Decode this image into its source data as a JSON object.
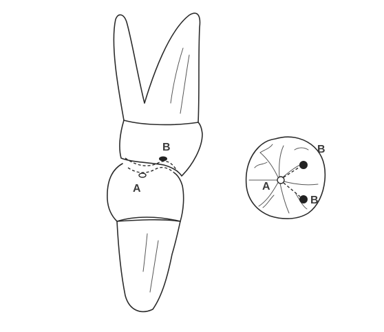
{
  "labels": {
    "side_a": "A",
    "side_b": "B",
    "occ_a": "A",
    "occ_b_upper": "B",
    "occ_b_lower": "B"
  },
  "colors": {
    "line": "#2b2b2b",
    "label": "#3a3a3a",
    "background": "#ffffff"
  }
}
